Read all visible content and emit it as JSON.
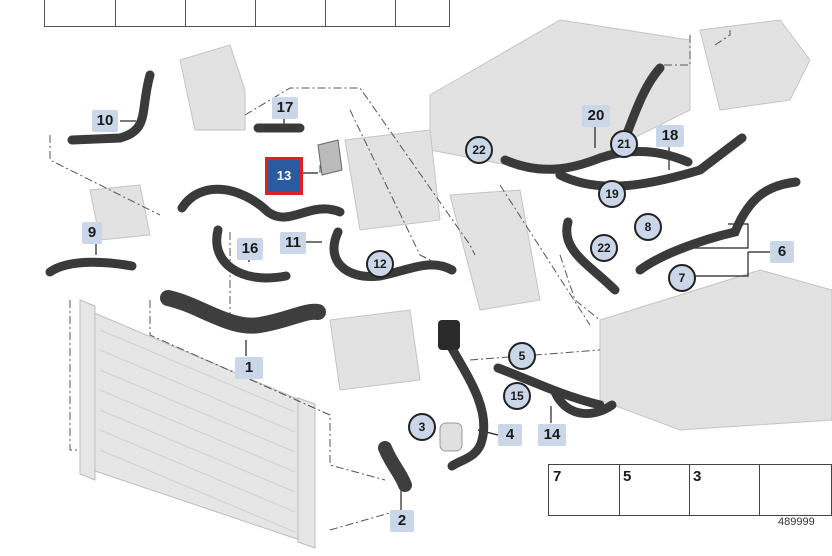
{
  "callouts": [
    {
      "label": "10"
    },
    {
      "label": "17"
    },
    {
      "label": "9"
    },
    {
      "label": "16"
    },
    {
      "label": "11"
    },
    {
      "label": "1"
    },
    {
      "label": "20"
    },
    {
      "label": "18"
    },
    {
      "label": "6"
    },
    {
      "label": "4"
    },
    {
      "label": "14"
    },
    {
      "label": "2"
    }
  ],
  "circled": [
    {
      "label": "22"
    },
    {
      "label": "21"
    },
    {
      "label": "19"
    },
    {
      "label": "8"
    },
    {
      "label": "22"
    },
    {
      "label": "7"
    },
    {
      "label": "12"
    },
    {
      "label": "5"
    },
    {
      "label": "15"
    },
    {
      "label": "3"
    }
  ],
  "selected": {
    "label": "13"
  },
  "legend": {
    "items": [
      {
        "number": "7",
        "icon": "hose-clamp-icon"
      },
      {
        "number": "5",
        "icon": "bolt-icon"
      },
      {
        "number": "3",
        "icon": "hose-clamp-icon"
      },
      {
        "number": "",
        "icon": "arrow-indicator-icon"
      }
    ]
  },
  "doc_id": "489999",
  "colors": {
    "callout_bg": "#c9d7e8",
    "selected_fill": "#2c5aa0",
    "selected_border": "#e02020"
  }
}
